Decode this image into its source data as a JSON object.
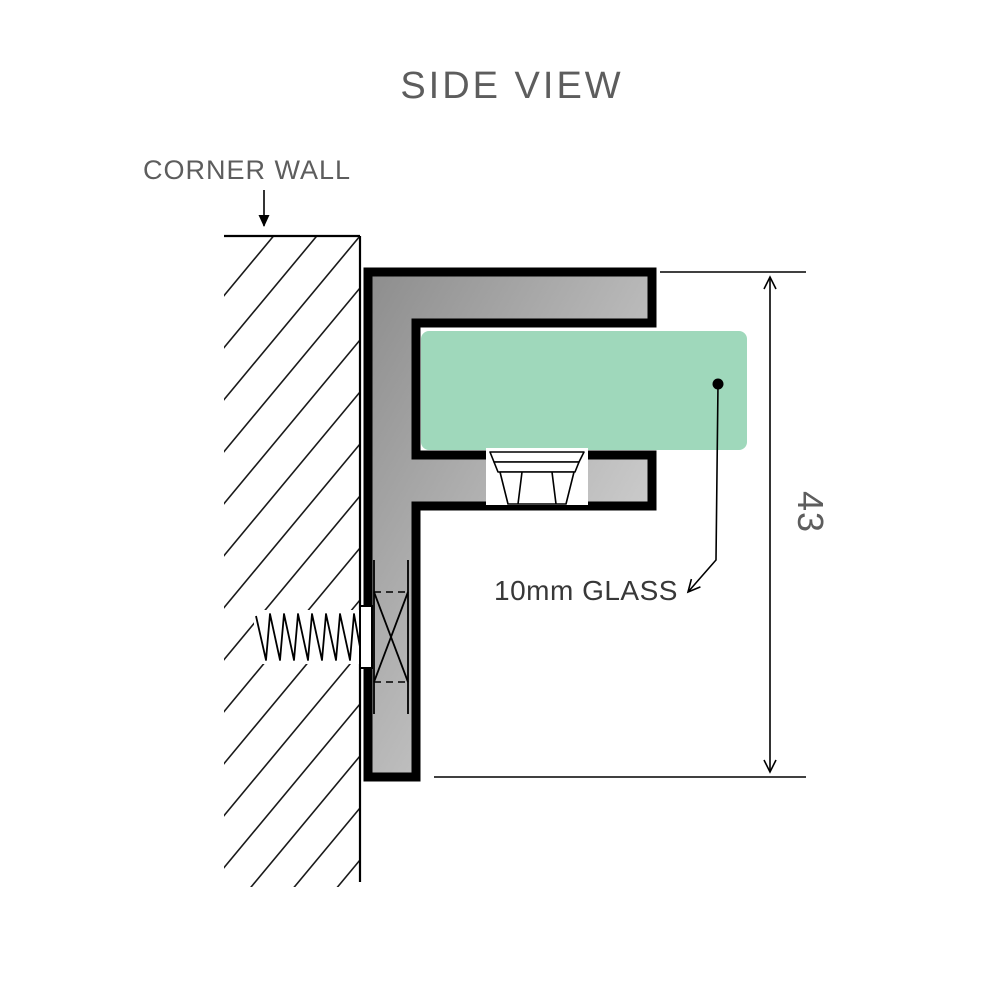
{
  "title": "SIDE VIEW",
  "labels": {
    "corner_wall": "CORNER WALL",
    "glass": "10mm GLASS",
    "dimension_height": "43"
  },
  "colors": {
    "background": "#ffffff",
    "glass_green": "#9fd8bb",
    "metal_dark": "#8d8d8d",
    "metal_light": "#e2e2e2",
    "outline": "#000000",
    "text_gray": "#5d5d5d",
    "text_dark": "#383838"
  }
}
